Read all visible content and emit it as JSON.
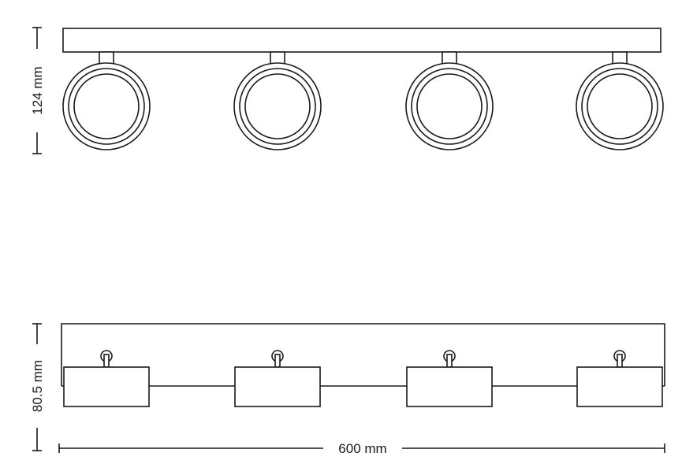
{
  "front_view": {
    "height_label": "124 mm",
    "spot_count": 4
  },
  "side_view": {
    "height_label": "80.5 mm",
    "width_label": "600 mm",
    "spot_count": 4
  },
  "colors": {
    "line": "#1a1a1a",
    "background": "#ffffff"
  }
}
